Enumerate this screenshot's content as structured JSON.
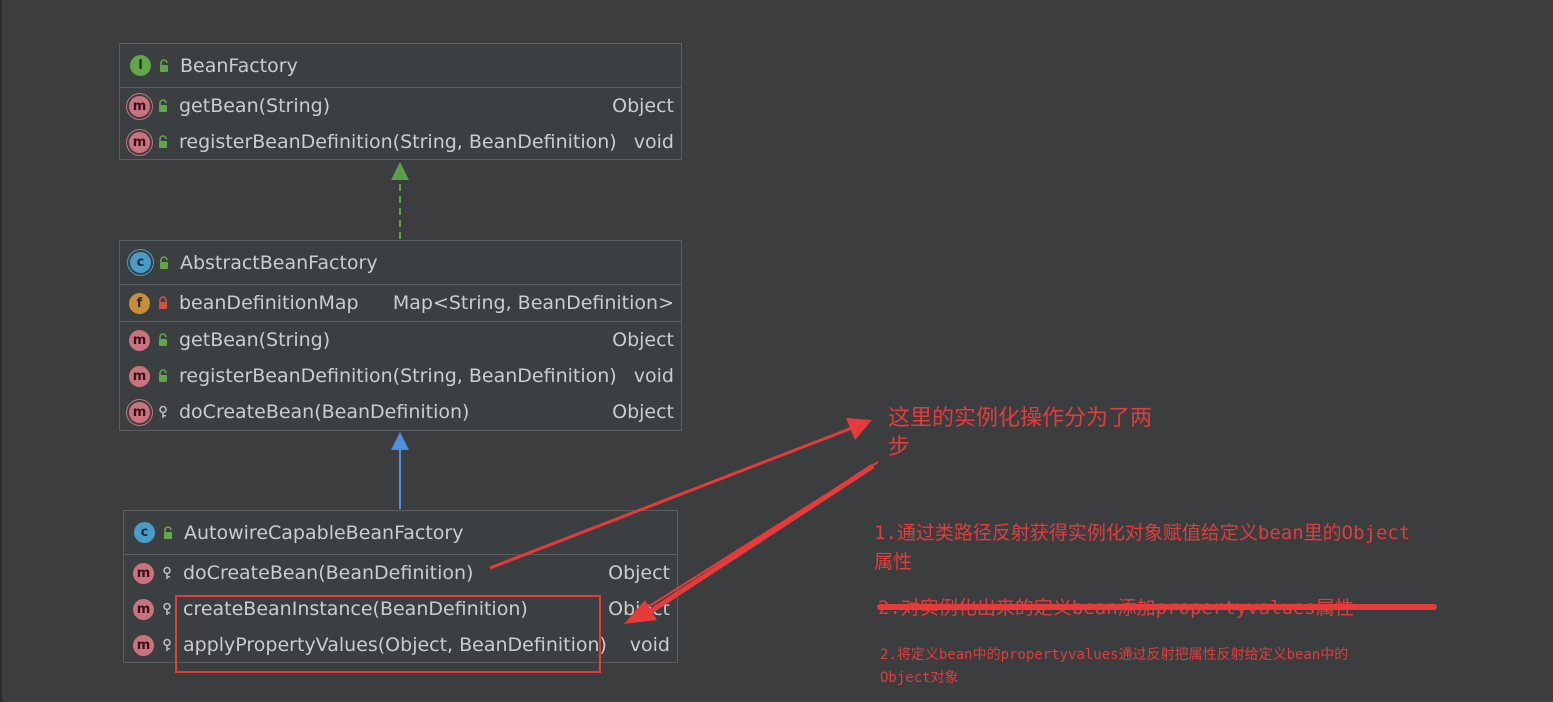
{
  "classes": {
    "bean_factory": {
      "name": "BeanFactory",
      "kind_icon": "interface-icon",
      "methods": [
        {
          "name": "getBean(String)",
          "type": "Object"
        },
        {
          "name": "registerBeanDefinition(String, BeanDefinition)",
          "type": "void"
        }
      ]
    },
    "abstract_bean_factory": {
      "name": "AbstractBeanFactory",
      "kind_icon": "abstract-class-icon",
      "fields": [
        {
          "name": "beanDefinitionMap",
          "type": "Map<String, BeanDefinition>"
        }
      ],
      "methods": [
        {
          "name": "getBean(String)",
          "type": "Object"
        },
        {
          "name": "registerBeanDefinition(String, BeanDefinition)",
          "type": "void"
        },
        {
          "name": "doCreateBean(BeanDefinition)",
          "type": "Object"
        }
      ]
    },
    "autowire_capable_bean_factory": {
      "name": "AutowireCapableBeanFactory",
      "kind_icon": "class-icon",
      "methods": [
        {
          "name": "doCreateBean(BeanDefinition)",
          "type": "Object"
        },
        {
          "name": "createBeanInstance(BeanDefinition)",
          "type": "Object"
        },
        {
          "name": "applyPropertyValues(Object, BeanDefinition)",
          "type": "void"
        }
      ]
    }
  },
  "annotations": {
    "note_title_line1": "这里的实例化操作分为了两",
    "note_title_line2": "步",
    "step1_line1": "1.通过类路径反射获得实例化对象赋值给定义bean里的Object",
    "step1_line2": "属性",
    "step2_struck": "2.对实例化出来的定义bean添加propertyvalues属性",
    "step2_line1": "2.将定义bean中的propertyvalues通过反射把属性反射给定义bean中的",
    "step2_line2": "Object对象"
  },
  "colors": {
    "background": "#3b3d3f",
    "annotation_red": "#e03d3d",
    "implements_arrow": "#5c9e48",
    "extends_arrow": "#4f8fe0"
  }
}
